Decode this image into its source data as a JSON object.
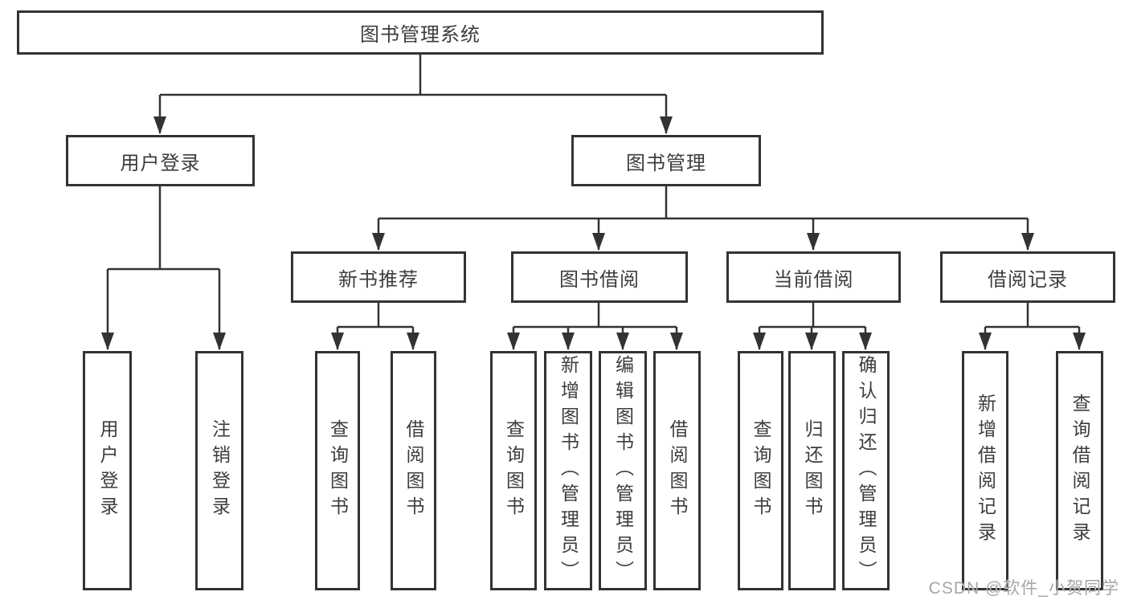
{
  "diagram": {
    "title": "图书管理系统",
    "branches": {
      "user_login": {
        "label": "用户登录",
        "children": [
          "用户登录",
          "注销登录"
        ]
      },
      "book_management": {
        "label": "图书管理",
        "sections": [
          {
            "label": "新书推荐",
            "children": [
              "查询图书",
              "借阅图书"
            ]
          },
          {
            "label": "图书借阅",
            "children": [
              "查询图书",
              "新增图书（管理员）",
              "编辑图书（管理员）",
              "借阅图书"
            ]
          },
          {
            "label": "当前借阅",
            "children": [
              "查询图书",
              "归还图书",
              "确认归还（管理员）"
            ]
          },
          {
            "label": "借阅记录",
            "children": [
              "新增借阅记录",
              "查询借阅记录"
            ]
          }
        ]
      }
    },
    "watermark": "CSDN @软件_小贺同学",
    "colors": {
      "border": "#333333",
      "line": "#333333",
      "text": "#3d3d3d",
      "watermark": "#a6a6a6",
      "background": "#ffffff"
    }
  }
}
